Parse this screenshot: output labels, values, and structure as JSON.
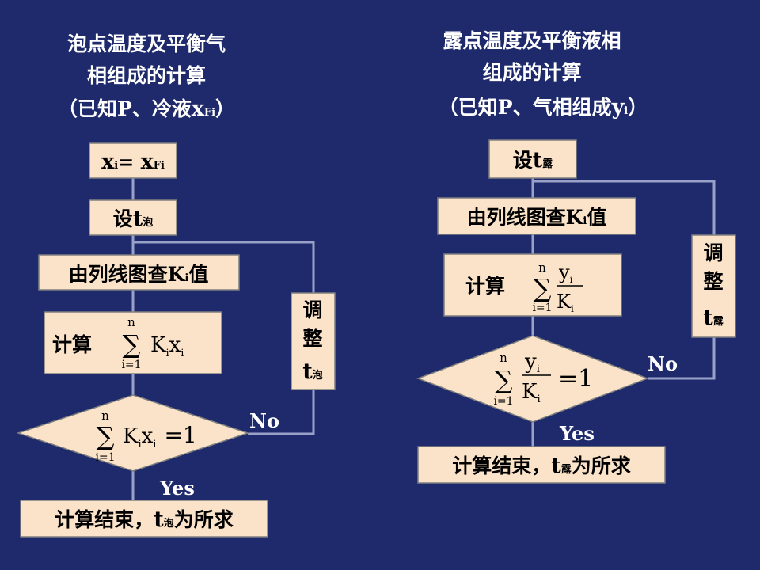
{
  "left": {
    "title_line1": "泡点温度及平衡气",
    "title_line2": "相组成的计算",
    "title_known_open": "（已知",
    "title_P": "P",
    "title_sep": "、冷液",
    "title_x": "x",
    "title_Fi": "Fi",
    "title_close": "）",
    "step_init": {
      "x": "x",
      "i": "i",
      "eq": "= ",
      "x2": "x",
      "Fi": "Fi"
    },
    "step_set": {
      "prefix": "设",
      "t": "t",
      "sub": "泡"
    },
    "step_lookup": {
      "prefix": "由列线图查",
      "K": "K",
      "i": "i",
      "suffix": "值"
    },
    "step_calc": {
      "label": "计算"
    },
    "decision": {
      "eq": "=1"
    },
    "result": {
      "prefix": "计算结束，",
      "t": "t",
      "sub": "泡",
      "suffix": "为所求"
    },
    "adjust": {
      "c1": "调",
      "c2": "整",
      "t": "t",
      "sub": "泡"
    },
    "yes": "Yes",
    "no": "No"
  },
  "right": {
    "title_line1": "露点温度及平衡液相",
    "title_line2": "组成的计算",
    "title_known_open": "（已知",
    "title_P": "P",
    "title_sep": "、气相组成",
    "title_y": "y",
    "title_i": "i",
    "title_close": "）",
    "step_set": {
      "prefix": "设",
      "t": "t",
      "sub": "露"
    },
    "step_lookup": {
      "prefix": "由列线图查",
      "K": "K",
      "i": "i",
      "suffix": "值"
    },
    "step_calc": {
      "label": "计算"
    },
    "decision": {
      "eq": "=1"
    },
    "result": {
      "prefix": "计算结束，",
      "t": "t",
      "sub": "露",
      "suffix": "为所求"
    },
    "adjust": {
      "c1": "调",
      "c2": "整",
      "t": "t",
      "sub": "露"
    },
    "yes": "Yes",
    "no": "No"
  },
  "math": {
    "n": "n",
    "sum": "∑",
    "i_eq_1": "i=1",
    "K": "K",
    "i": "i",
    "x": "x",
    "y": "y"
  },
  "colors": {
    "background": "#1e2a6b",
    "box_fill": "#fbe3c9",
    "connector": "#9aa1c8",
    "title_text": "#ffffff"
  }
}
